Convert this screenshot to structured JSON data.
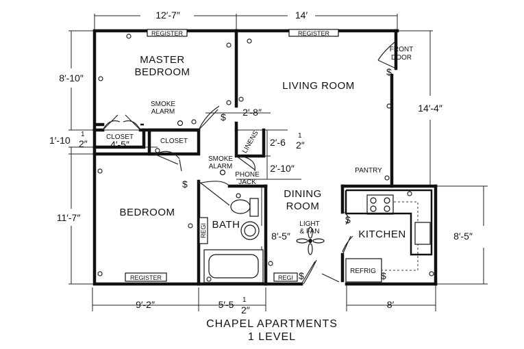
{
  "title": {
    "line1": "CHAPEL APARTMENTS",
    "line2": "1 LEVEL"
  },
  "rooms": {
    "master_bedroom_1": "MASTER",
    "master_bedroom_2": "BEDROOM",
    "living_room": "LIVING ROOM",
    "bedroom": "BEDROOM",
    "bath": "BATH",
    "dining_1": "DINING",
    "dining_2": "ROOM",
    "kitchen": "KITCHEN"
  },
  "labels": {
    "register": "REGISTER",
    "regi": "REGI",
    "front_door_1": "FRONT",
    "front_door_2": "DOOR",
    "smoke_alarm_1": "SMOKE",
    "smoke_alarm_2": "ALARM",
    "closet": "CLOSET",
    "linens": "LINENS",
    "phone_jack_1": "PHONE",
    "phone_jack_2": "JACK",
    "pantry": "PANTRY",
    "light_fan_1": "LIGHT",
    "light_fan_2": "& FAN",
    "refrig": "REFRIG",
    "switch": "$"
  },
  "dimensions": {
    "master_width": "12′-7″",
    "living_width": "14′",
    "master_depth": "8′-10″",
    "living_depth": "14′-4″",
    "closet_gap_a": "1′-10",
    "closet_gap_b": "1",
    "closet_gap_c": "2″",
    "closet_width": "4′-5″",
    "hall_width": "2′-8″",
    "linens_a": "2′-6",
    "linens_b": "1",
    "linens_c": "2″",
    "linens_depth": "2′-10″",
    "bedroom_depth": "11′-7″",
    "bath_depth": "8′-5″",
    "kitchen_depth": "8′-5″",
    "bedroom_width": "9′-2″",
    "bath_width_a": "5′-5",
    "bath_width_b": "1",
    "bath_width_c": "2″",
    "kitchen_width": "8′"
  }
}
